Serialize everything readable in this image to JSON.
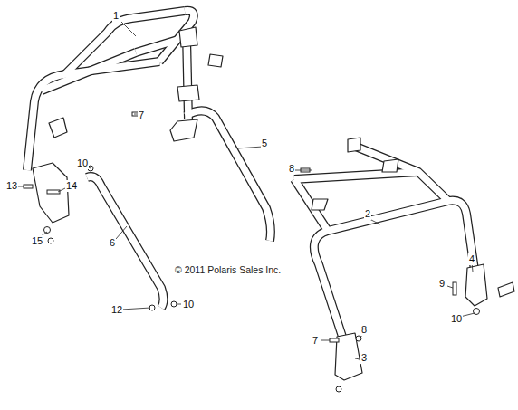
{
  "diagram": {
    "labels": [
      "1",
      "7",
      "5",
      "8",
      "10",
      "13",
      "14",
      "15",
      "6",
      "2",
      "© 2011 Polaris Sales Inc.",
      "4",
      "9",
      "12",
      "10",
      "10",
      "7",
      "8",
      "3"
    ]
  }
}
